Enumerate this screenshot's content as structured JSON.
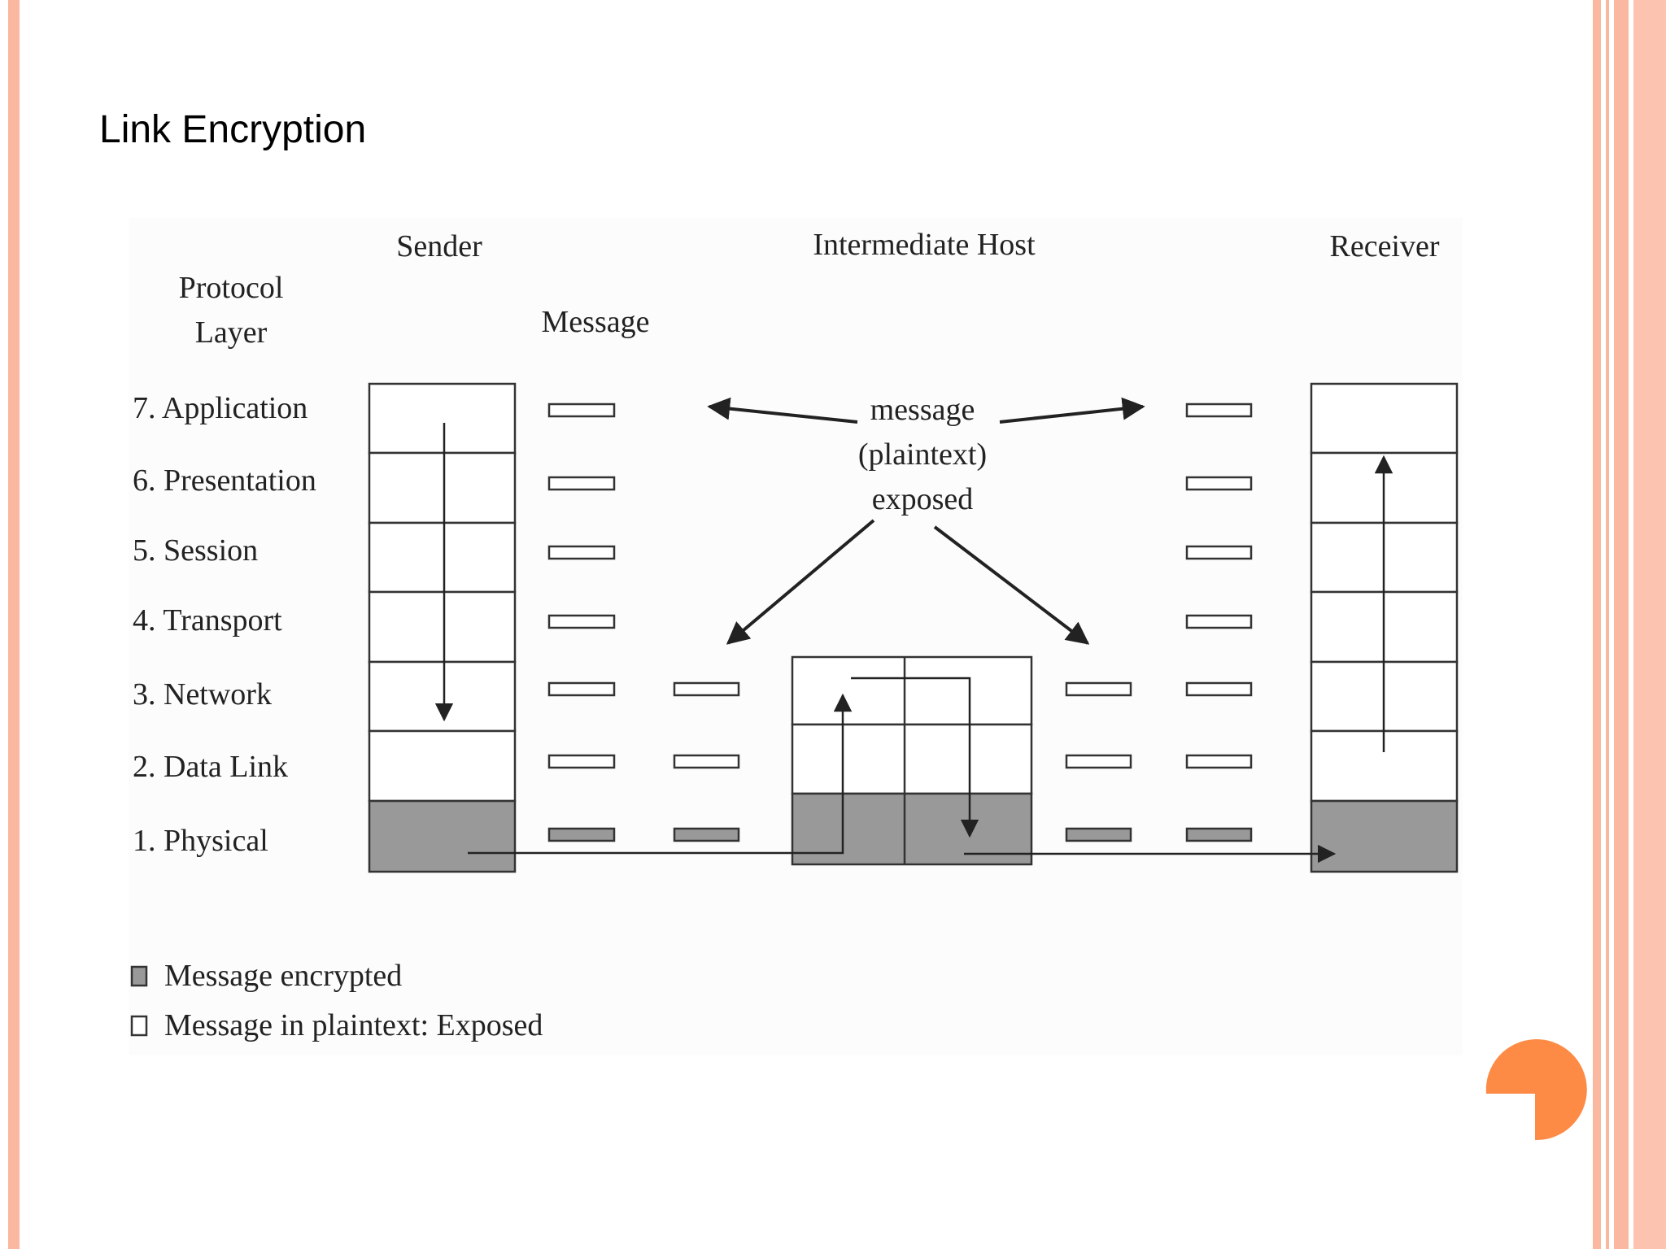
{
  "slide": {
    "title": "Link Encryption"
  },
  "diagram": {
    "headers": {
      "sender": "Sender",
      "intermediate": "Intermediate Host",
      "receiver": "Receiver",
      "protocol_line1": "Protocol",
      "protocol_line2": "Layer",
      "message": "Message"
    },
    "layers": [
      {
        "label": "7. Application",
        "encrypted": false
      },
      {
        "label": "6. Presentation",
        "encrypted": false
      },
      {
        "label": "5. Session",
        "encrypted": false
      },
      {
        "label": "4. Transport",
        "encrypted": false
      },
      {
        "label": "3. Network",
        "encrypted": false
      },
      {
        "label": "2. Data Link",
        "encrypted": false
      },
      {
        "label": "1. Physical",
        "encrypted": true
      }
    ],
    "callout": {
      "line1": "message",
      "line2": "(plaintext)",
      "line3": "exposed"
    },
    "legend": {
      "encrypted": "Message encrypted",
      "plaintext": "Message in plaintext: Exposed"
    },
    "colors": {
      "encrypted_fill": "#999999",
      "plaintext_fill": "#ffffff",
      "stroke": "#333333",
      "accent_orange": "#fd8b45",
      "border_salmon": "#fbb8a0"
    }
  }
}
